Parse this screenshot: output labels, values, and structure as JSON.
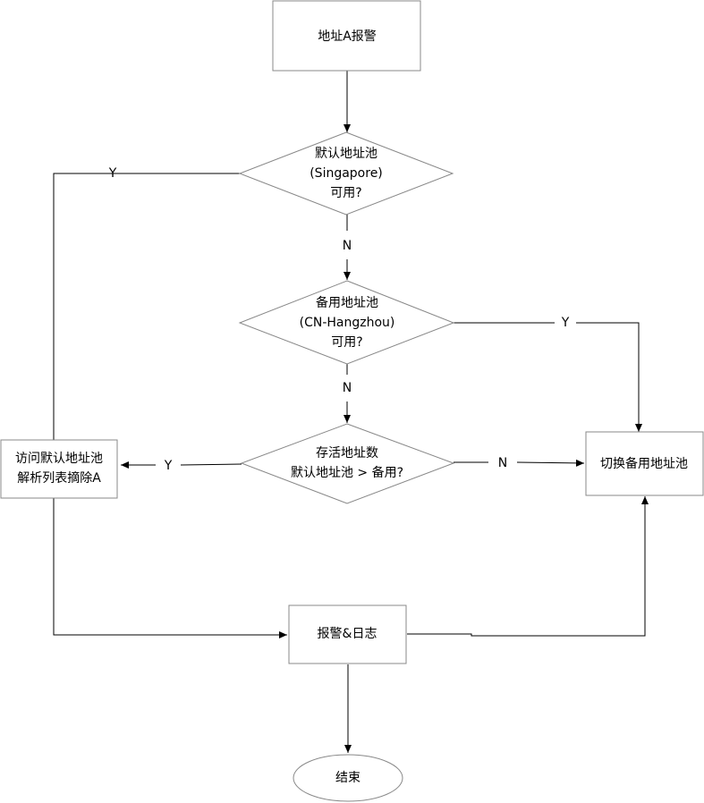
{
  "flowchart": {
    "nodes": {
      "start": {
        "lines": [
          "地址A报警"
        ]
      },
      "default_pool": {
        "lines": [
          "默认地址池",
          "(Singapore)",
          "可用?"
        ]
      },
      "backup_pool": {
        "lines": [
          "备用地址池",
          "(CN-Hangzhou)",
          "可用?"
        ]
      },
      "compare": {
        "lines": [
          "存活地址数",
          "默认地址池 > 备用?"
        ]
      },
      "visit_default": {
        "lines": [
          "访问默认地址池",
          "解析列表摘除A"
        ]
      },
      "switch_backup": {
        "lines": [
          "切换备用地址池"
        ]
      },
      "alarm_log": {
        "lines": [
          "报警&日志"
        ]
      },
      "end": {
        "lines": [
          "结束"
        ]
      }
    },
    "edge_labels": {
      "default_yes": "Y",
      "default_no": "N",
      "backup_yes": "Y",
      "backup_no": "N",
      "compare_yes": "Y",
      "compare_no": "N"
    }
  }
}
